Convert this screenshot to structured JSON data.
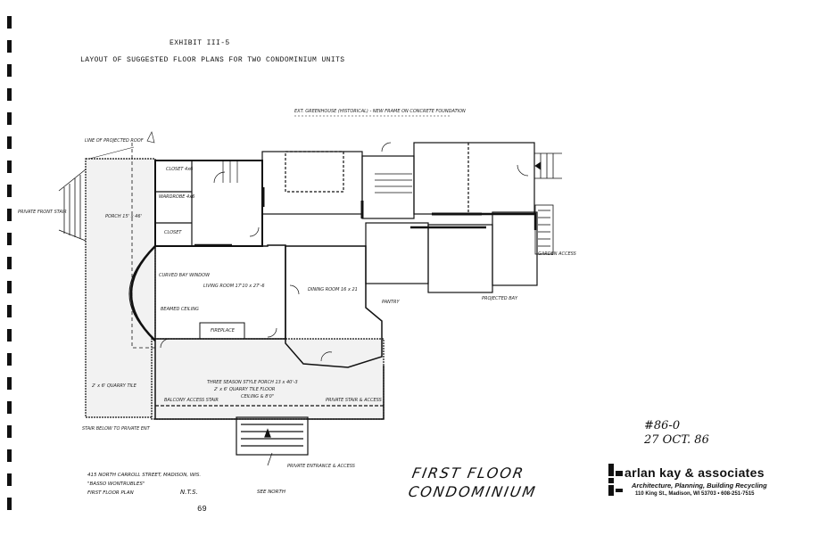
{
  "header": {
    "exhibit": "EXHIBIT III-5",
    "subtitle": "LAYOUT OF SUGGESTED FLOOR PLANS FOR TWO CONDOMINIUM UNITS"
  },
  "plan_labels": {
    "existing_greenhouse": "EXT. GREENHOUSE (HISTORICAL) - NEW FRAME ON CONCRETE FOUNDATION",
    "line_of_projected_roof": "LINE OF PROJECTED ROOF",
    "closet": "CLOSET 4x6",
    "wardrobe": "WARDROBE 4x6",
    "closet2": "CLOSET",
    "porch": "PORCH 15' x 46'",
    "front_stair": "PRIVATE FRONT STAIR",
    "living_room": "LIVING ROOM 17'10 x 27'-6",
    "beamed_ceiling": "BEAMED CEILING",
    "curved_window": "CURVED BAY WINDOW",
    "dining_room": "DINING ROOM 16 x 21",
    "fireplace": "FIREPLACE",
    "three_season_porch": "THREE SEASON STYLE PORCH 13 x 40'-3",
    "porch_floor": "2' x 6' QUARRY TILE FLOOR",
    "porch_ceiling": "CEILING & 8'0\"",
    "quarry_tile": "2' x 6' QUARRY TILE",
    "balcony_stair": "BALCONY ACCESS STAIR",
    "stair_below": "STAIR BELOW TO PRIVATE ENT",
    "private_entrance": "PRIVATE ENTRANCE & ACCESS",
    "projected_bay": "PROJECTED BAY",
    "pantry": "PANTRY",
    "garden_access": "GARDEN ACCESS",
    "private_stair_access": "PRIVATE STAIR & ACCESS"
  },
  "address_block": {
    "line1": "415 NORTH CARROLL STREET, MADISON, WIS.",
    "line2": "\"BASSO WONTRUBLES\"",
    "line3": "FIRST FLOOR PLAN",
    "scale": "N.T.S.",
    "north": "SEE NORTH"
  },
  "drawing_number": "#86-0",
  "drawing_date": "27 OCT. 86",
  "drawing_title_line1": "FIRST FLOOR",
  "drawing_title_line2": "CONDOMINIUM",
  "firm": {
    "name": "arlan kay & associates",
    "tagline": "Architecture, Planning, Building Recycling",
    "address": "110 King St., Madison, WI 53703 • 608-251-7515"
  },
  "page_number": "69"
}
